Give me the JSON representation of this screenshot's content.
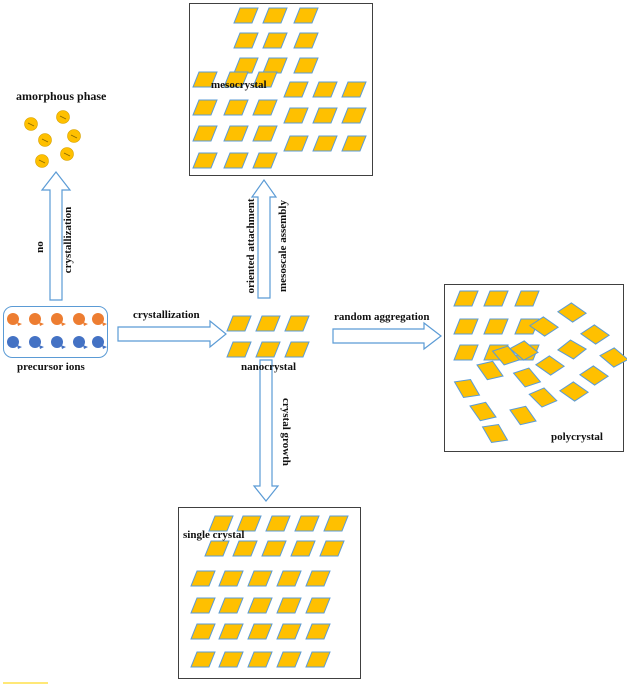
{
  "labels": {
    "amorphous": "amorphous phase",
    "mesocrystal": "mesocrystal",
    "no": "no",
    "crystallization_vertical": "crystallization",
    "oriented": "oriented attachment",
    "mesoscale": "mesoscale assembly",
    "crystallization_horizontal": "crystallization",
    "precursor": "precursor ions",
    "nanocrystal": "nanocrystal",
    "random": "random aggregation",
    "polycrystal": "polycrystal",
    "growth": "crystal growth",
    "single": "single crystal"
  },
  "colors": {
    "crystal_fill": "#ffc000",
    "crystal_stroke": "#5b9bd5",
    "ion_orange": "#ed7d31",
    "ion_blue": "#4472c4",
    "arrow_stroke": "#5b9bd5",
    "box_stroke": "#404040"
  }
}
